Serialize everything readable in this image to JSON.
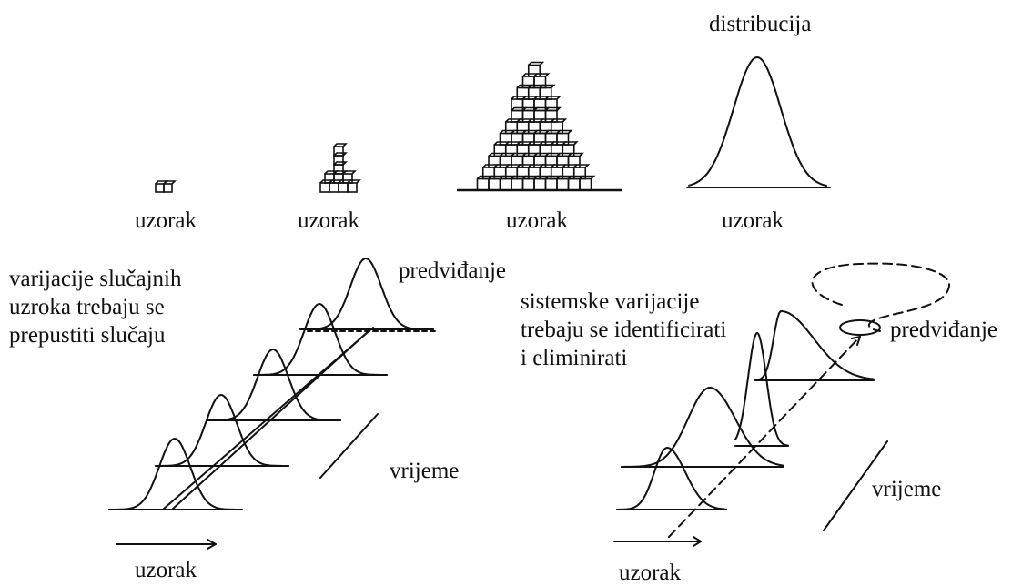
{
  "top_row": {
    "title": "distribucija",
    "sample_labels": [
      "uzorak",
      "uzorak",
      "uzorak",
      "uzorak"
    ]
  },
  "left_panel": {
    "text_lines": [
      "varijacije slučajnih",
      "uzroka trebaju se",
      "prepustiti slučaju"
    ],
    "prediction": "predviđanje",
    "time": "vrijeme",
    "sample": "uzorak"
  },
  "right_panel": {
    "text_lines": [
      "sistemske varijacije",
      "trebaju se identificirati",
      "i eliminirati"
    ],
    "prediction": "predviđanje",
    "time": "vrijeme",
    "sample": "uzorak"
  },
  "colors": {
    "ink": "#111111",
    "background": "#ffffff"
  }
}
